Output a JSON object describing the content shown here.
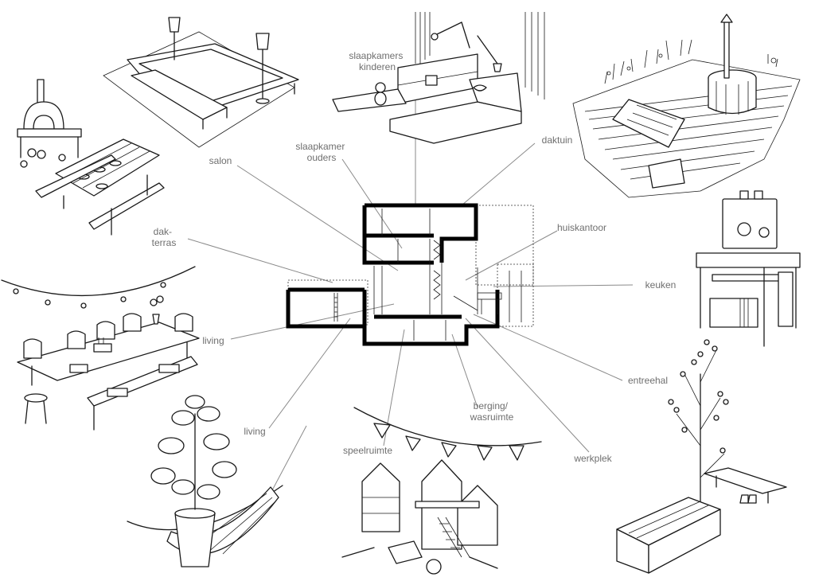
{
  "labels": {
    "slaapkamers_kinderen": [
      "slaapkamers",
      "kinderen"
    ],
    "slaapkamer_ouders": [
      "slaapkamer",
      "ouders"
    ],
    "salon": "salon",
    "daktuin": "daktuin",
    "dakterras": [
      "dak-",
      "terras"
    ],
    "huiskantoor": "huiskantoor",
    "keuken": "keuken",
    "living_top": "living",
    "living_bottom": "living",
    "entreehal": "entreehal",
    "berging": [
      "berging/",
      "wasruimte"
    ],
    "speelruimte": "speelruimte",
    "werkplek": "werkplek"
  },
  "icons": {
    "lounge": "lounge-sofa-icon",
    "oven": "pizza-oven-icon",
    "picnic": "picnic-table-icon",
    "bedroom": "kids-bed-icon",
    "roof_garden": "hot-tub-deck-icon",
    "coffee": "espresso-machine-icon",
    "dining": "dining-table-icon",
    "hammock": "hammock-plant-icon",
    "playhouse": "playhouse-icon",
    "tree_bench": "tree-bench-icon",
    "section": "house-section-icon"
  }
}
